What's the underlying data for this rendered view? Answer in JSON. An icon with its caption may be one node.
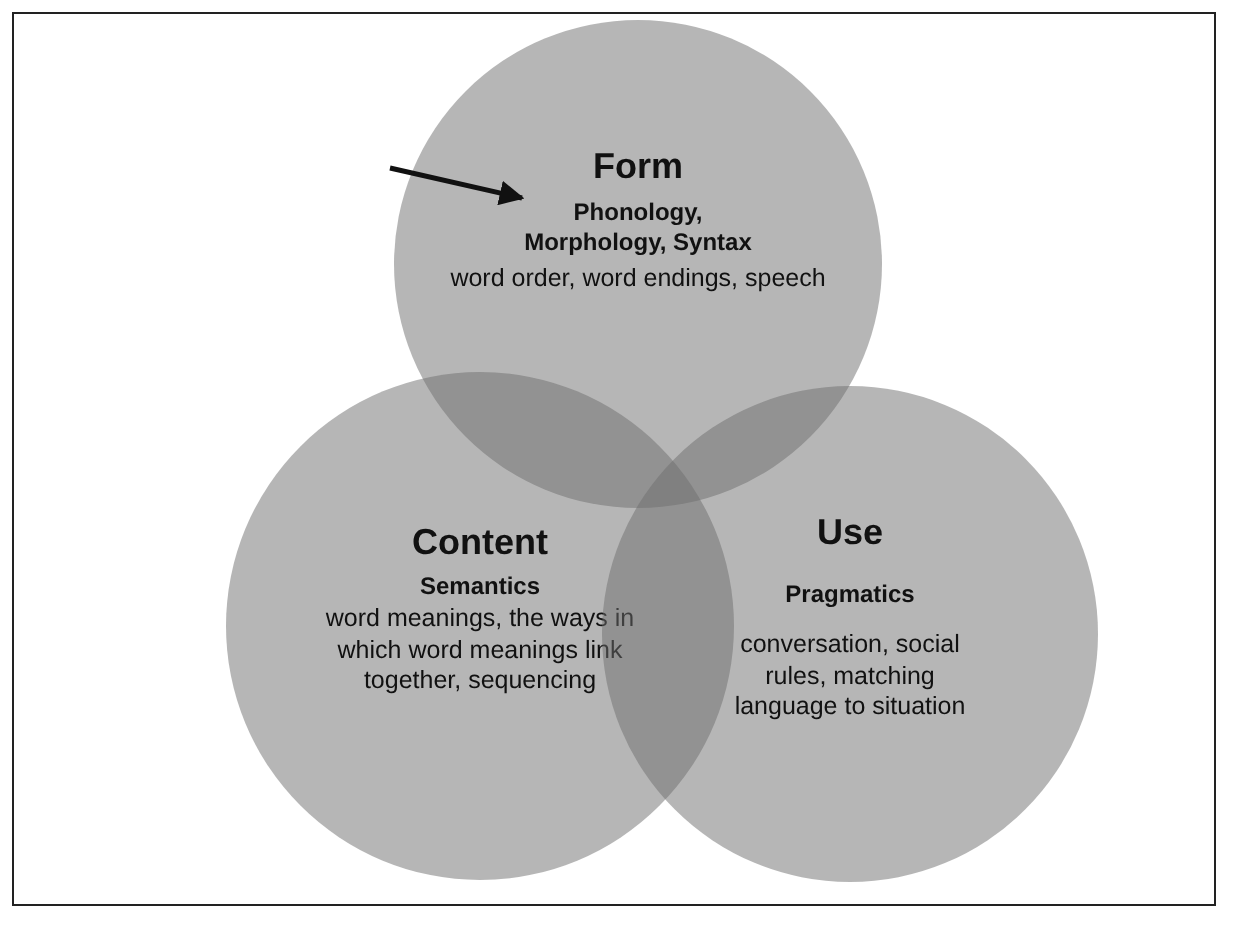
{
  "diagram": {
    "nodes": [
      {
        "text": [
          "Form",
          "word order, word endings, speech"
        ]
      },
      {
        "text": [
          "Phonology, Morphology, Syntax"
        ],
        "in": 0
      },
      {
        "text": [
          "Content",
          "Semantics",
          "word meanings, the ways in which word meanings link together, sequencing"
        ]
      },
      {
        "text": [
          "Use",
          "Pragmatics",
          "conversation, social rules, matching language to situation"
        ]
      }
    ],
    "edges": [
      {
        "from": null,
        "to": 1,
        "arrow": "to"
      }
    ]
  }
}
